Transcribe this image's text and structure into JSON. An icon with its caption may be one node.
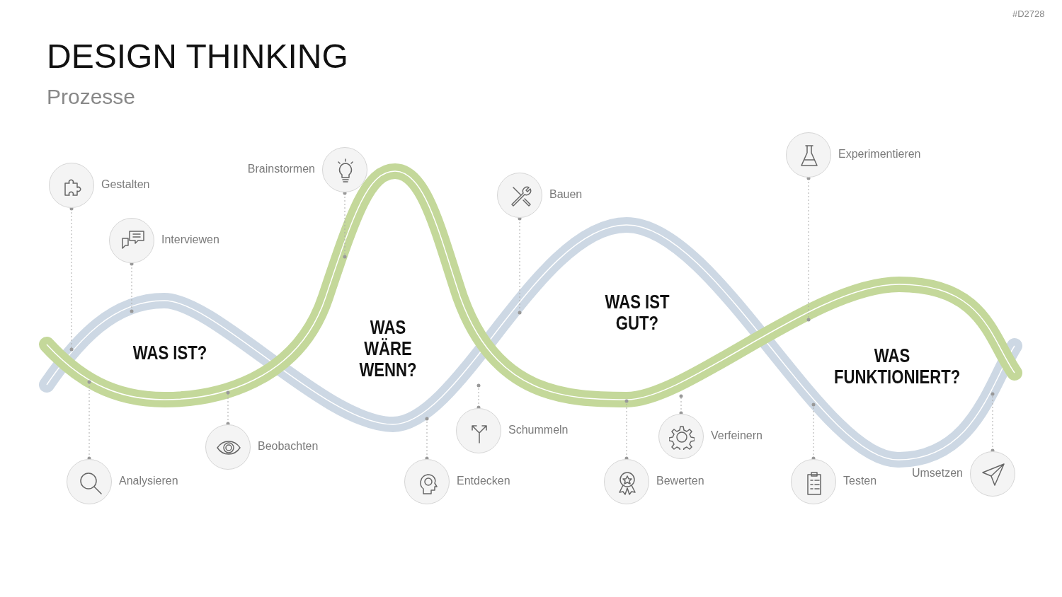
{
  "diagram": {
    "title": "DESIGN THINKING",
    "nodes": [
      {
        "text": [],
        "shape": "circle",
        "beside": [
          "Gestalten"
        ]
      },
      {
        "text": [],
        "shape": "circle",
        "beside": [
          "Interviewen"
        ]
      },
      {
        "text": [],
        "shape": "circle",
        "beside": [
          "Analysieren"
        ]
      },
      {
        "text": [],
        "shape": "circle",
        "beside": [
          "Beobachten"
        ]
      },
      {
        "text": [],
        "shape": "circle",
        "beside": [
          "Brainstormen"
        ]
      },
      {
        "text": [],
        "shape": "circle",
        "beside": [
          "Entdecken"
        ]
      },
      {
        "text": [],
        "shape": "circle",
        "beside": [
          "Schummeln"
        ]
      },
      {
        "text": [],
        "shape": "circle",
        "beside": [
          "Bauen"
        ]
      },
      {
        "text": [],
        "shape": "circle",
        "beside": [
          "Bewerten"
        ]
      },
      {
        "text": [],
        "shape": "circle",
        "beside": [
          "Verfeinern"
        ]
      },
      {
        "text": [],
        "shape": "circle",
        "beside": [
          "Experimentieren"
        ]
      },
      {
        "text": [],
        "shape": "circle",
        "beside": [
          "Testen"
        ]
      },
      {
        "text": [],
        "shape": "circle",
        "beside": [
          "Umsetzen"
        ]
      }
    ],
    "edges": [
      {
        "from": 0,
        "to": null,
        "arrow": "other",
        "style": "dashed"
      },
      {
        "from": 1,
        "to": null,
        "arrow": "other",
        "style": "dashed"
      },
      {
        "from": 2,
        "to": null,
        "arrow": "other",
        "style": "dashed"
      },
      {
        "from": 3,
        "to": null,
        "arrow": "other",
        "style": "dashed"
      },
      {
        "from": 4,
        "to": null,
        "arrow": "other",
        "style": "dashed"
      },
      {
        "from": 5,
        "to": null,
        "arrow": "other",
        "style": "dashed"
      },
      {
        "from": 6,
        "to": null,
        "arrow": "other",
        "style": "dashed"
      },
      {
        "from": 7,
        "to": null,
        "arrow": "other",
        "style": "dashed"
      },
      {
        "from": 8,
        "to": null,
        "arrow": "other",
        "style": "dashed"
      },
      {
        "from": 9,
        "to": null,
        "arrow": "other",
        "style": "dashed"
      },
      {
        "from": 10,
        "to": null,
        "arrow": "other",
        "style": "dashed"
      },
      {
        "from": 11,
        "to": null,
        "arrow": "other",
        "style": "dashed"
      },
      {
        "from": 12,
        "to": null,
        "arrow": "other",
        "style": "dashed"
      }
    ],
    "labels": [
      "#D2728",
      "Prozesse",
      "WAS IST?",
      "WAS WÄRE WENN?",
      "WAS IST GUT?",
      "WAS FUNKTIONIERT?"
    ]
  }
}
